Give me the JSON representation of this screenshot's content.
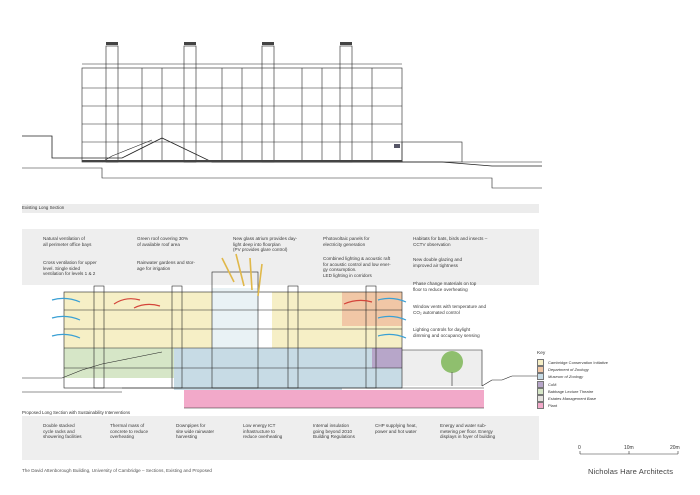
{
  "captions": {
    "existing": "Existing Long Section",
    "proposed": "Proposed Long Section with Sustainability Interventions"
  },
  "notes_top": [
    {
      "text": "Natural ventilation of\nall perimeter office bays"
    },
    {
      "text": "Cross ventilation for upper\nlevel. Single sided\nventilation for levels 1 & 2"
    },
    {
      "text": "Green roof covering 30%\nof available roof area"
    },
    {
      "text": "Rainwater gardens and stor-\nage for irrigation"
    },
    {
      "text": "New glass atrium provides day-\nlight deep into floorplan\n(PV provides glare control)"
    },
    {
      "text": "Photovoltaic panels for\nelectricity generation"
    },
    {
      "text": "Combined lighting & acoustic raft\nfor acoustic control and low ener-\ngy consumption.\nLED lighting in corridors"
    },
    {
      "text": "Habitats for bats, birds and insects –\nCCTV observation"
    },
    {
      "text": "New double glazing and\nimproved air tightness"
    },
    {
      "text": "Phase change materials on top\nfloor to reduce overheating"
    },
    {
      "text": "Window vents with temperature and\nCO₂ automated control"
    },
    {
      "text": "Lighting controls for daylight\ndimming and occupancy sensing"
    }
  ],
  "notes_bottom": [
    {
      "text": "Double stacked\ncycle racks and\nshowering facilities"
    },
    {
      "text": "Thermal mass of\nconcrete to reduce\noverheating"
    },
    {
      "text": "Downpipes for\nsite wide rainwater\nharvesting"
    },
    {
      "text": "Low energy ICT\ninfrastructure to\nreduce overheating"
    },
    {
      "text": "Internal insulation\ngoing beyond 2010\nBuilding Regulations"
    },
    {
      "text": "CHP supplying heat,\npower and hot water"
    },
    {
      "text": "Energy and water sub-\nmetering per floor. Energy\ndisplays in foyer of building"
    }
  ],
  "legend": {
    "title": "Key",
    "items": [
      {
        "label": "Cambridge Conservation Initiative",
        "color": "#f6efc6"
      },
      {
        "label": "Department of Zoology",
        "color": "#f1c7a6"
      },
      {
        "label": "Museum of Zoology",
        "color": "#c7dbe5"
      },
      {
        "label": "CoM",
        "color": "#b7a6c9"
      },
      {
        "label": "Babbage Lecture Theatre",
        "color": "#d6e6c7"
      },
      {
        "label": "Estates Management Base",
        "color": "#e4e2de"
      },
      {
        "label": "Plant",
        "color": "#f2a9c9"
      }
    ]
  },
  "scale": {
    "labels": [
      "0",
      "10m",
      "20m"
    ]
  },
  "firm": "Nicholas Hare Architects",
  "footer": "The David Attenborough Building, University of Cambridge – Sections, Existing and Proposed"
}
